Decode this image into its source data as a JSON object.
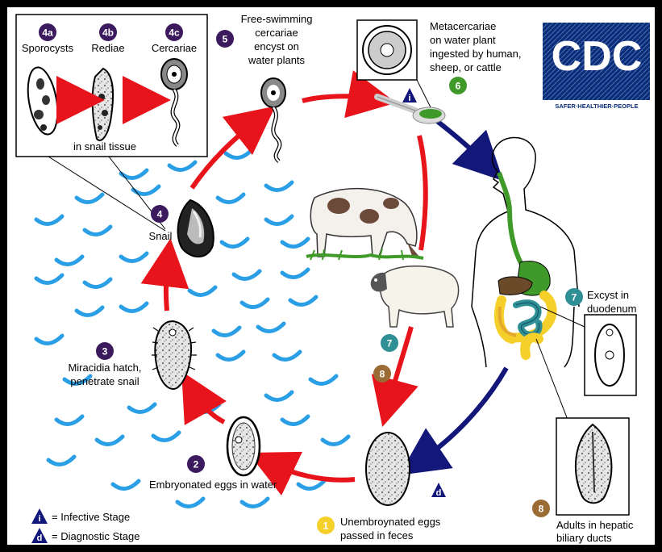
{
  "stages": {
    "s1": {
      "badge": "1",
      "line1": "Unembroynated eggs",
      "line2": "passed in feces"
    },
    "s2": {
      "badge": "2",
      "label": "Embryonated eggs in water"
    },
    "s3": {
      "badge": "3",
      "line1": "Miracidia hatch,",
      "line2": "penetrate snail"
    },
    "s4": {
      "badge": "4",
      "label": "Snail"
    },
    "s4a": {
      "badge": "4a",
      "label": "Sporocysts"
    },
    "s4b": {
      "badge": "4b",
      "label": "Rediae"
    },
    "s4c": {
      "badge": "4c",
      "label": "Cercariae"
    },
    "snail_tissue": "in snail tissue",
    "s5": {
      "badge": "5",
      "line1": "Free-swimming",
      "line2": "cercariae",
      "line3": "encyst on",
      "line4": "water plants"
    },
    "s6": {
      "badge": "6",
      "line1": "Metacercariae",
      "line2": "on water plant",
      "line3": "ingested by human,",
      "line4": "sheep, or cattle"
    },
    "s7": {
      "badge": "7",
      "line1": "Excyst in",
      "line2": "duodenum"
    },
    "s7_animal": {
      "badge": "7"
    },
    "s8": {
      "badge": "8",
      "line1": "Adults in hepatic",
      "line2": "biliary ducts"
    },
    "s8_animal": {
      "badge": "8"
    }
  },
  "legend": {
    "infective_symbol": "i",
    "infective_label": "= Infective Stage",
    "diagnostic_symbol": "d",
    "diagnostic_label": "= Diagnostic Stage"
  },
  "markers": {
    "infective": "i",
    "diagnostic": "d"
  },
  "logo": {
    "text": "CDC",
    "tagline": "SAFER·HEALTHIER·PEOPLE"
  },
  "colors": {
    "badge_purple": "#3b1a5e",
    "badge_green": "#3f9a2a",
    "badge_teal": "#2e8f95",
    "badge_brown": "#9a6b34",
    "badge_yellow": "#f5cf2a",
    "arrow_red": "#e8141b",
    "arrow_navy": "#14177a",
    "logo_blue": "#0a2d7a",
    "water": "#2a9fe6"
  }
}
